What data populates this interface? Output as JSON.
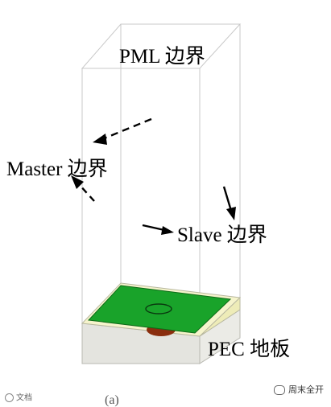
{
  "labels": {
    "pml": "PML 边界",
    "master": "Master 边界",
    "slave": "Slave 边界",
    "pec": "PEC 地板",
    "caption": "(a)"
  },
  "watermarks": {
    "left": "文档",
    "right": "周末全开"
  },
  "colors": {
    "box_edge": "#c8c8c8",
    "patch": "#19a32a",
    "patch_edge": "#0e6a18",
    "substrate_top": "#f6f4cc",
    "substrate_side": "#eeecb8",
    "ground": "#e4e4df",
    "feed": "#8a2e0e",
    "arrow": "#000000"
  }
}
